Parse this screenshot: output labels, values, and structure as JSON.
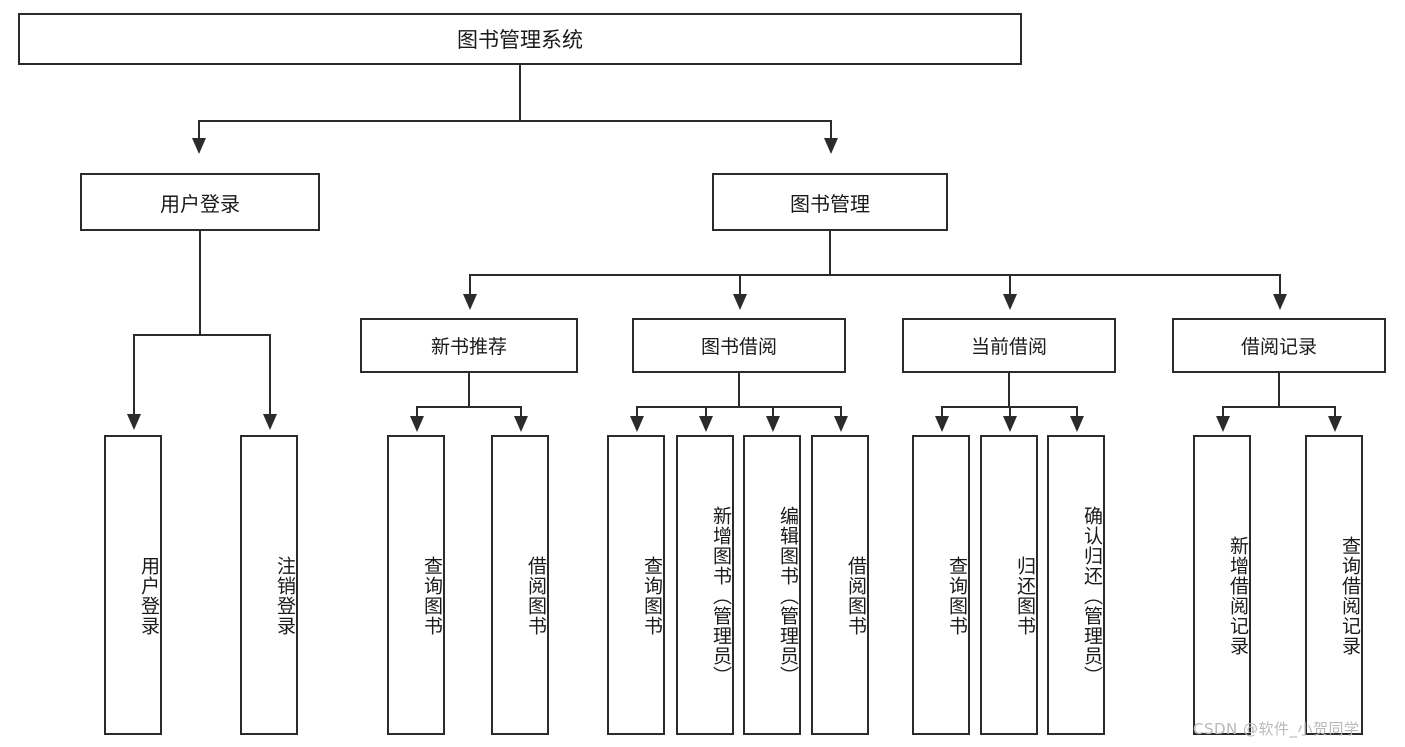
{
  "diagram": {
    "title": "图书管理系统",
    "type": "tree-hierarchy-diagram",
    "colors": {
      "background": "#ffffff",
      "stroke": "#2b2b2b",
      "text": "#1a1a1a",
      "watermark": "#b9b9b9"
    },
    "levels": {
      "root": {
        "label": "图书管理系统"
      },
      "level2": [
        {
          "label": "用户登录"
        },
        {
          "label": "图书管理"
        }
      ],
      "level3": [
        {
          "label": "新书推荐"
        },
        {
          "label": "图书借阅"
        },
        {
          "label": "当前借阅"
        },
        {
          "label": "借阅记录"
        }
      ],
      "leaves": {
        "user_login": [
          {
            "label": "用户登录"
          },
          {
            "label": "注销登录"
          }
        ],
        "new_book_recommend": [
          {
            "label": "查询图书"
          },
          {
            "label": "借阅图书"
          }
        ],
        "book_borrow": [
          {
            "label": "查询图书"
          },
          {
            "label": "新增图书（管理员）"
          },
          {
            "label": "编辑图书（管理员）"
          },
          {
            "label": "借阅图书"
          }
        ],
        "current_borrow": [
          {
            "label": "查询图书"
          },
          {
            "label": "归还图书"
          },
          {
            "label": "确认归还（管理员）"
          }
        ],
        "borrow_record": [
          {
            "label": "新增借阅记录"
          },
          {
            "label": "查询借阅记录"
          }
        ]
      }
    },
    "watermark": "CSDN @软件_小贺同学"
  }
}
